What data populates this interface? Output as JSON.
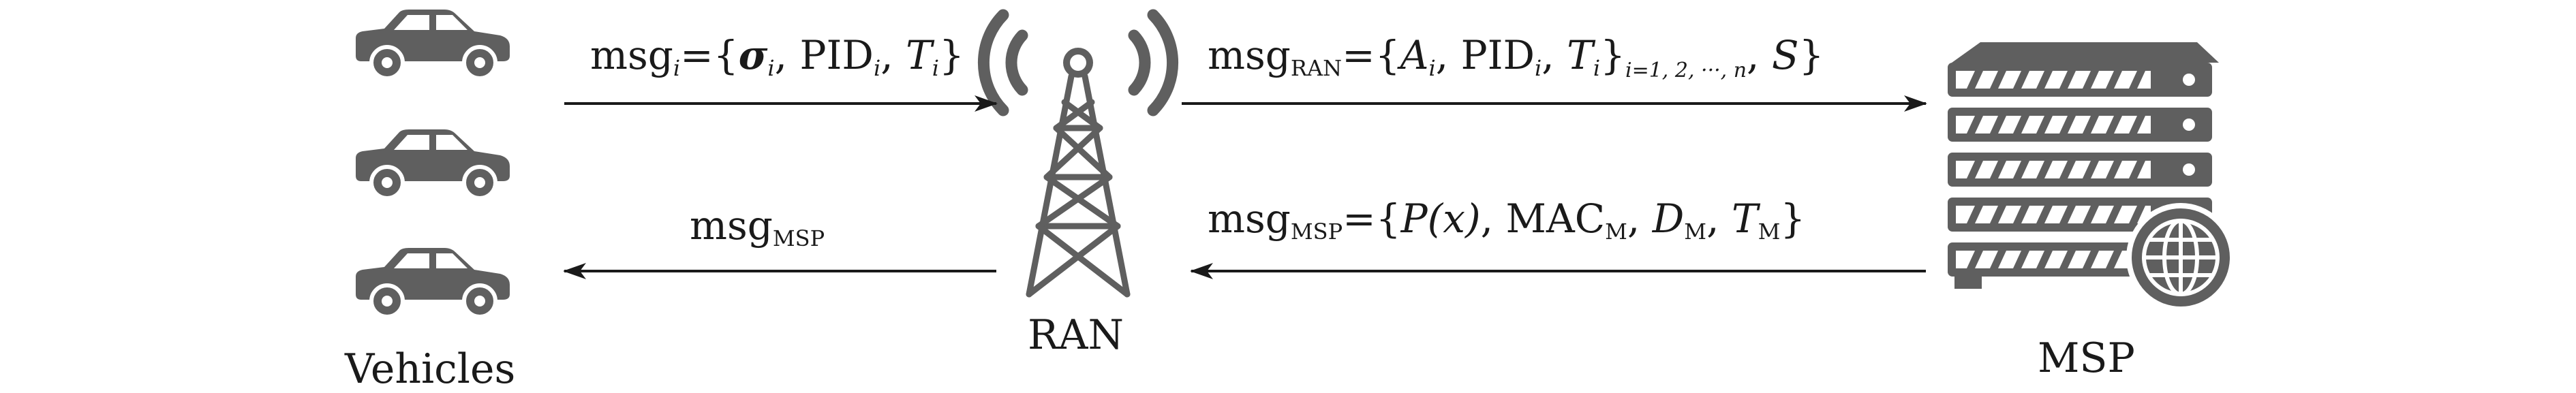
{
  "nodes": {
    "vehicles": "Vehicles",
    "ran": "RAN",
    "msp": "MSP"
  },
  "messages": {
    "m1": {
      "name": "msg",
      "sub_i": "i",
      "eq": "={",
      "sigma": "σ",
      "sigma_sub": "i",
      "pid": "PID",
      "pid_sub": "i",
      "t": "T",
      "t_sub": "i",
      "close": "}"
    },
    "m2": {
      "name": "msg",
      "sub": "RAN",
      "eq": "={",
      "a": "A",
      "a_sub": "i",
      "pid": "PID",
      "pid_sub": "i",
      "t": "T",
      "t_sub": "i",
      "range": "i=1, 2, ···, n",
      "s": "S",
      "close": "}"
    },
    "m3": {
      "name": "msg",
      "sub": "MSP",
      "eq": "={",
      "px": "P(x)",
      "mac": "MAC",
      "mac_sub": "M",
      "d": "D",
      "d_sub": "M",
      "t": "T",
      "t_sub": "M",
      "close": "}"
    },
    "m4": {
      "name": "msg",
      "sub": "MSP"
    }
  },
  "icons": {
    "car": "car-icon",
    "tower": "radio-tower-icon",
    "server": "server-rack-icon",
    "globe": "globe-icon"
  },
  "colors": {
    "icon": "#5f5f5f",
    "line": "#1a1a1a",
    "stripe": "#ffffff"
  }
}
